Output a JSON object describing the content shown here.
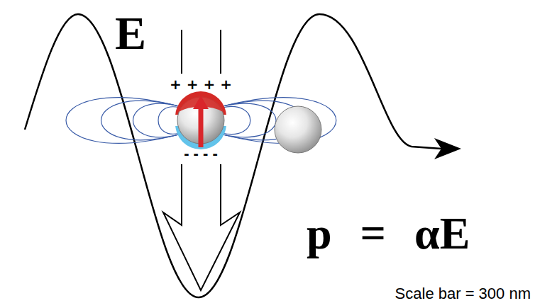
{
  "diagram": {
    "labels": [
      "E",
      "+ + + +",
      "- - - -",
      "p = αE",
      "Scale bar = 300 nm"
    ]
  }
}
